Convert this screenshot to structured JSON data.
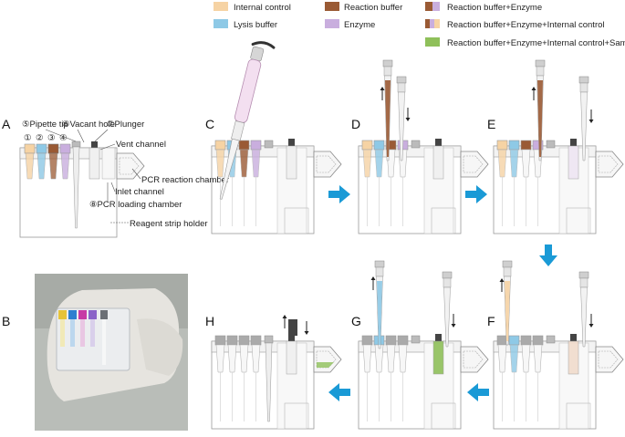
{
  "legend": {
    "items": [
      {
        "label": "Internal control",
        "color": "#f6d3a4"
      },
      {
        "label": "Lysis buffer",
        "color": "#8ec9e6"
      },
      {
        "label": "Reaction buffer",
        "color": "#9a5a34"
      },
      {
        "label": "Enzyme",
        "color": "#c9aede"
      },
      {
        "label": "Reaction buffer+Enzyme",
        "colors": [
          "#9a5a34",
          "#c9aede"
        ]
      },
      {
        "label": "Reaction buffer+Enzyme+Internal control",
        "colors": [
          "#9a5a34",
          "#f6d3a4"
        ]
      },
      {
        "label": "Reaction buffer+Enzyme+Internal control+Sample",
        "color": "#8fc05a"
      }
    ]
  },
  "panels": {
    "A": "A",
    "B": "B",
    "C": "C",
    "D": "D",
    "E": "E",
    "F": "F",
    "G": "G",
    "H": "H"
  },
  "panelA": {
    "labels": {
      "n1": "①",
      "n2": "②",
      "n3": "③",
      "n4": "④",
      "pipette_tip": "⑤Pipette tip",
      "vacant_hole": "⑥Vacant hole",
      "plunger": "⑦Plunger",
      "vent_channel": "Vent channel",
      "pcr_reaction_chamber": "PCR reaction chamber",
      "inlet_channel": "Inlet channel",
      "pcr_loading_chamber": "⑧PCR loading chamber",
      "reagent_strip_holder": "Reagent strip holder"
    }
  },
  "colors": {
    "arrow": "#1a9ad6",
    "tip": "#c8c8c8",
    "dark": "#555555"
  }
}
